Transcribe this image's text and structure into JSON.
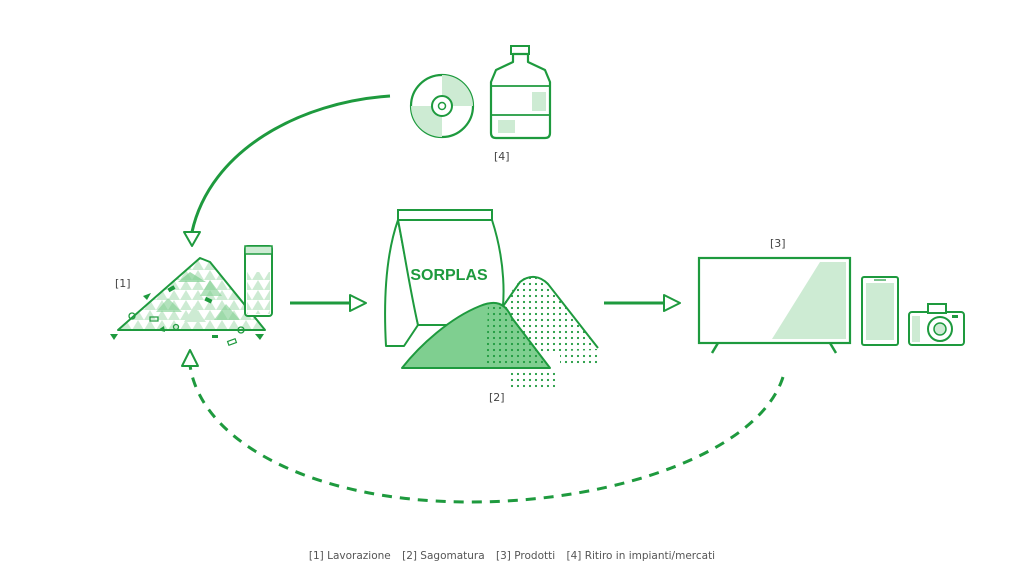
{
  "labels": {
    "step1": "[1]",
    "step2": "[2]",
    "step3": "[3]",
    "step4": "[4]"
  },
  "bag_text": "SORPLAS",
  "legend": [
    "[1] Lavorazione",
    "[2] Sagomatura",
    "[3] Prodotti",
    "[4] Ritiro in impianti/mercati"
  ],
  "colors": {
    "accent": "#1e9a3e",
    "light_fill": "#cdebd3",
    "mid_fill": "#7fcf90"
  },
  "icons": [
    "cd-icon",
    "water-jug-icon",
    "plastic-pile-icon",
    "cup-icon",
    "sorplas-bag-icon",
    "pellet-pile-icon",
    "tv-icon",
    "smartphone-icon",
    "camera-icon"
  ]
}
